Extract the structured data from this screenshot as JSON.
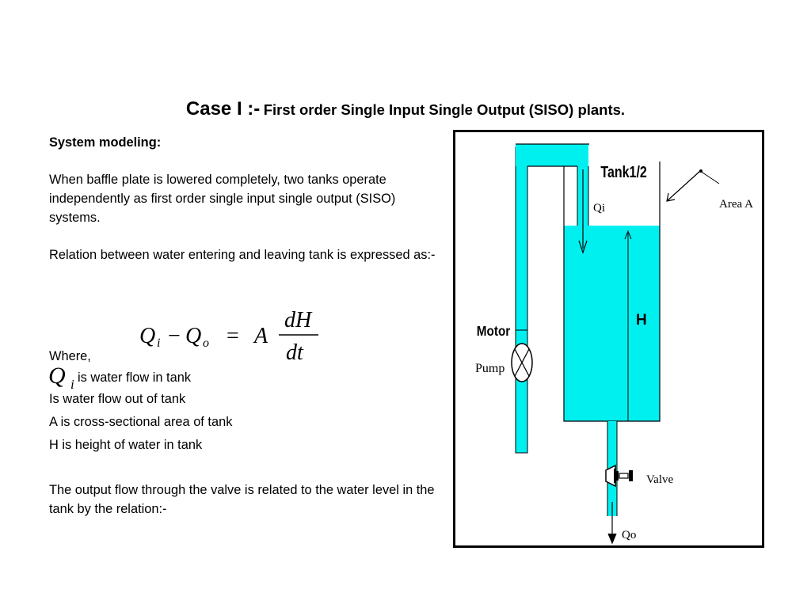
{
  "title": {
    "prefix": "Case I :-",
    "rest": "First order Single Input Single Output (SISO) plants."
  },
  "content": {
    "heading": "System modeling:",
    "para1": "When baffle plate is lowered completely, two tanks operate independently as first order single input single output (SISO) systems.",
    "para2": "Relation between water entering and leaving tank is expressed as:-",
    "where": "Where,",
    "defs": {
      "qi": "is water flow in tank",
      "qo": "Is water flow out of tank",
      "a": "A is cross-sectional area of tank",
      "h": "H is height of water in tank"
    },
    "para3": "The output flow through the valve is related to the water level in the tank by the relation:-"
  },
  "equation": {
    "q": "Q",
    "i": "i",
    "minus": "−",
    "o": "o",
    "equals": "=",
    "a": "A",
    "num": "dH",
    "den": "dt"
  },
  "diagram": {
    "tank_label": "Tank1/2",
    "qi": "Qi",
    "area": "Area  A",
    "motor": "Motor",
    "pump": "Pump",
    "h": "H",
    "valve": "Valve",
    "qo": "Qo",
    "water_color": "#00F0F0",
    "outline_color": "#000000"
  }
}
